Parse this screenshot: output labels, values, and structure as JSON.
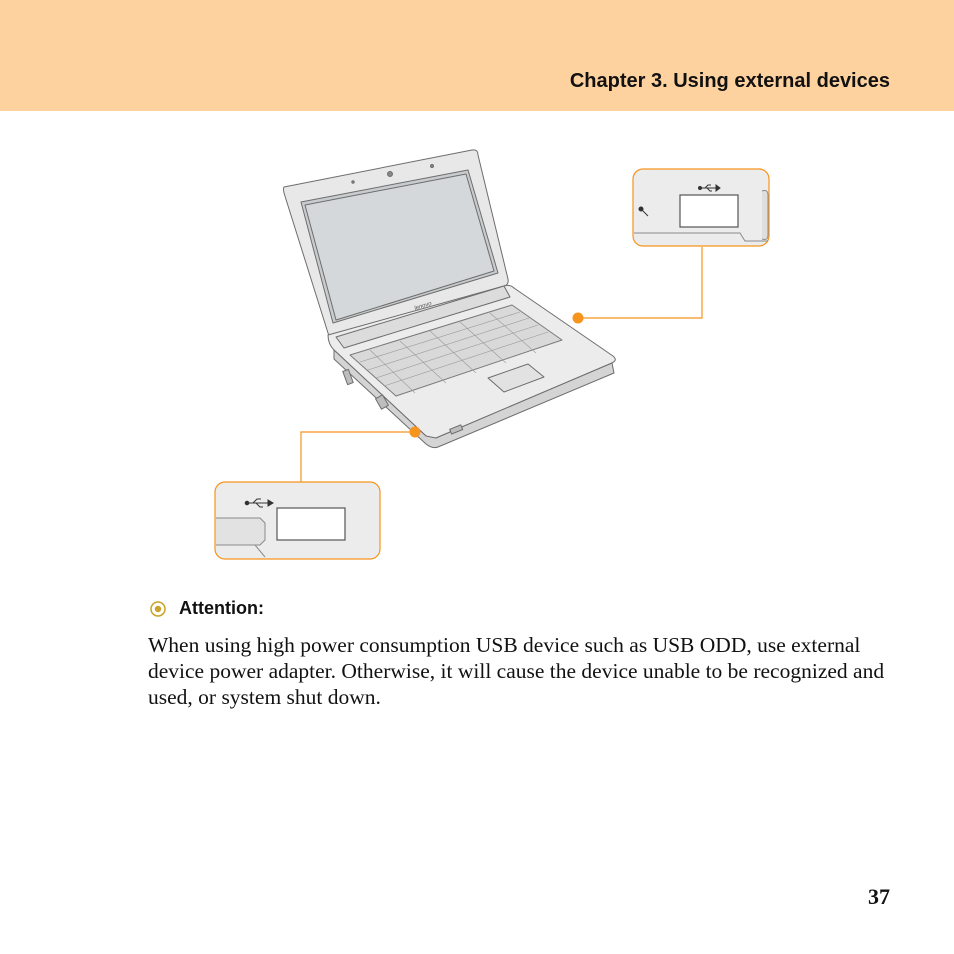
{
  "header": {
    "chapter_title": "Chapter 3. Using external devices",
    "band_color": "#fdd29e"
  },
  "figure": {
    "laptop_logo": "lenovo",
    "callout_color": "#f7941d",
    "icons": [
      "usb-icon",
      "microphone-icon"
    ]
  },
  "attention": {
    "icon": "target-bullet-icon",
    "label": "Attention:"
  },
  "body": {
    "text": "When using high power consumption USB device such as USB ODD, use external device power adapter. Otherwise, it will cause the device unable to be recognized and used, or system shut down."
  },
  "page": {
    "number": "37"
  }
}
